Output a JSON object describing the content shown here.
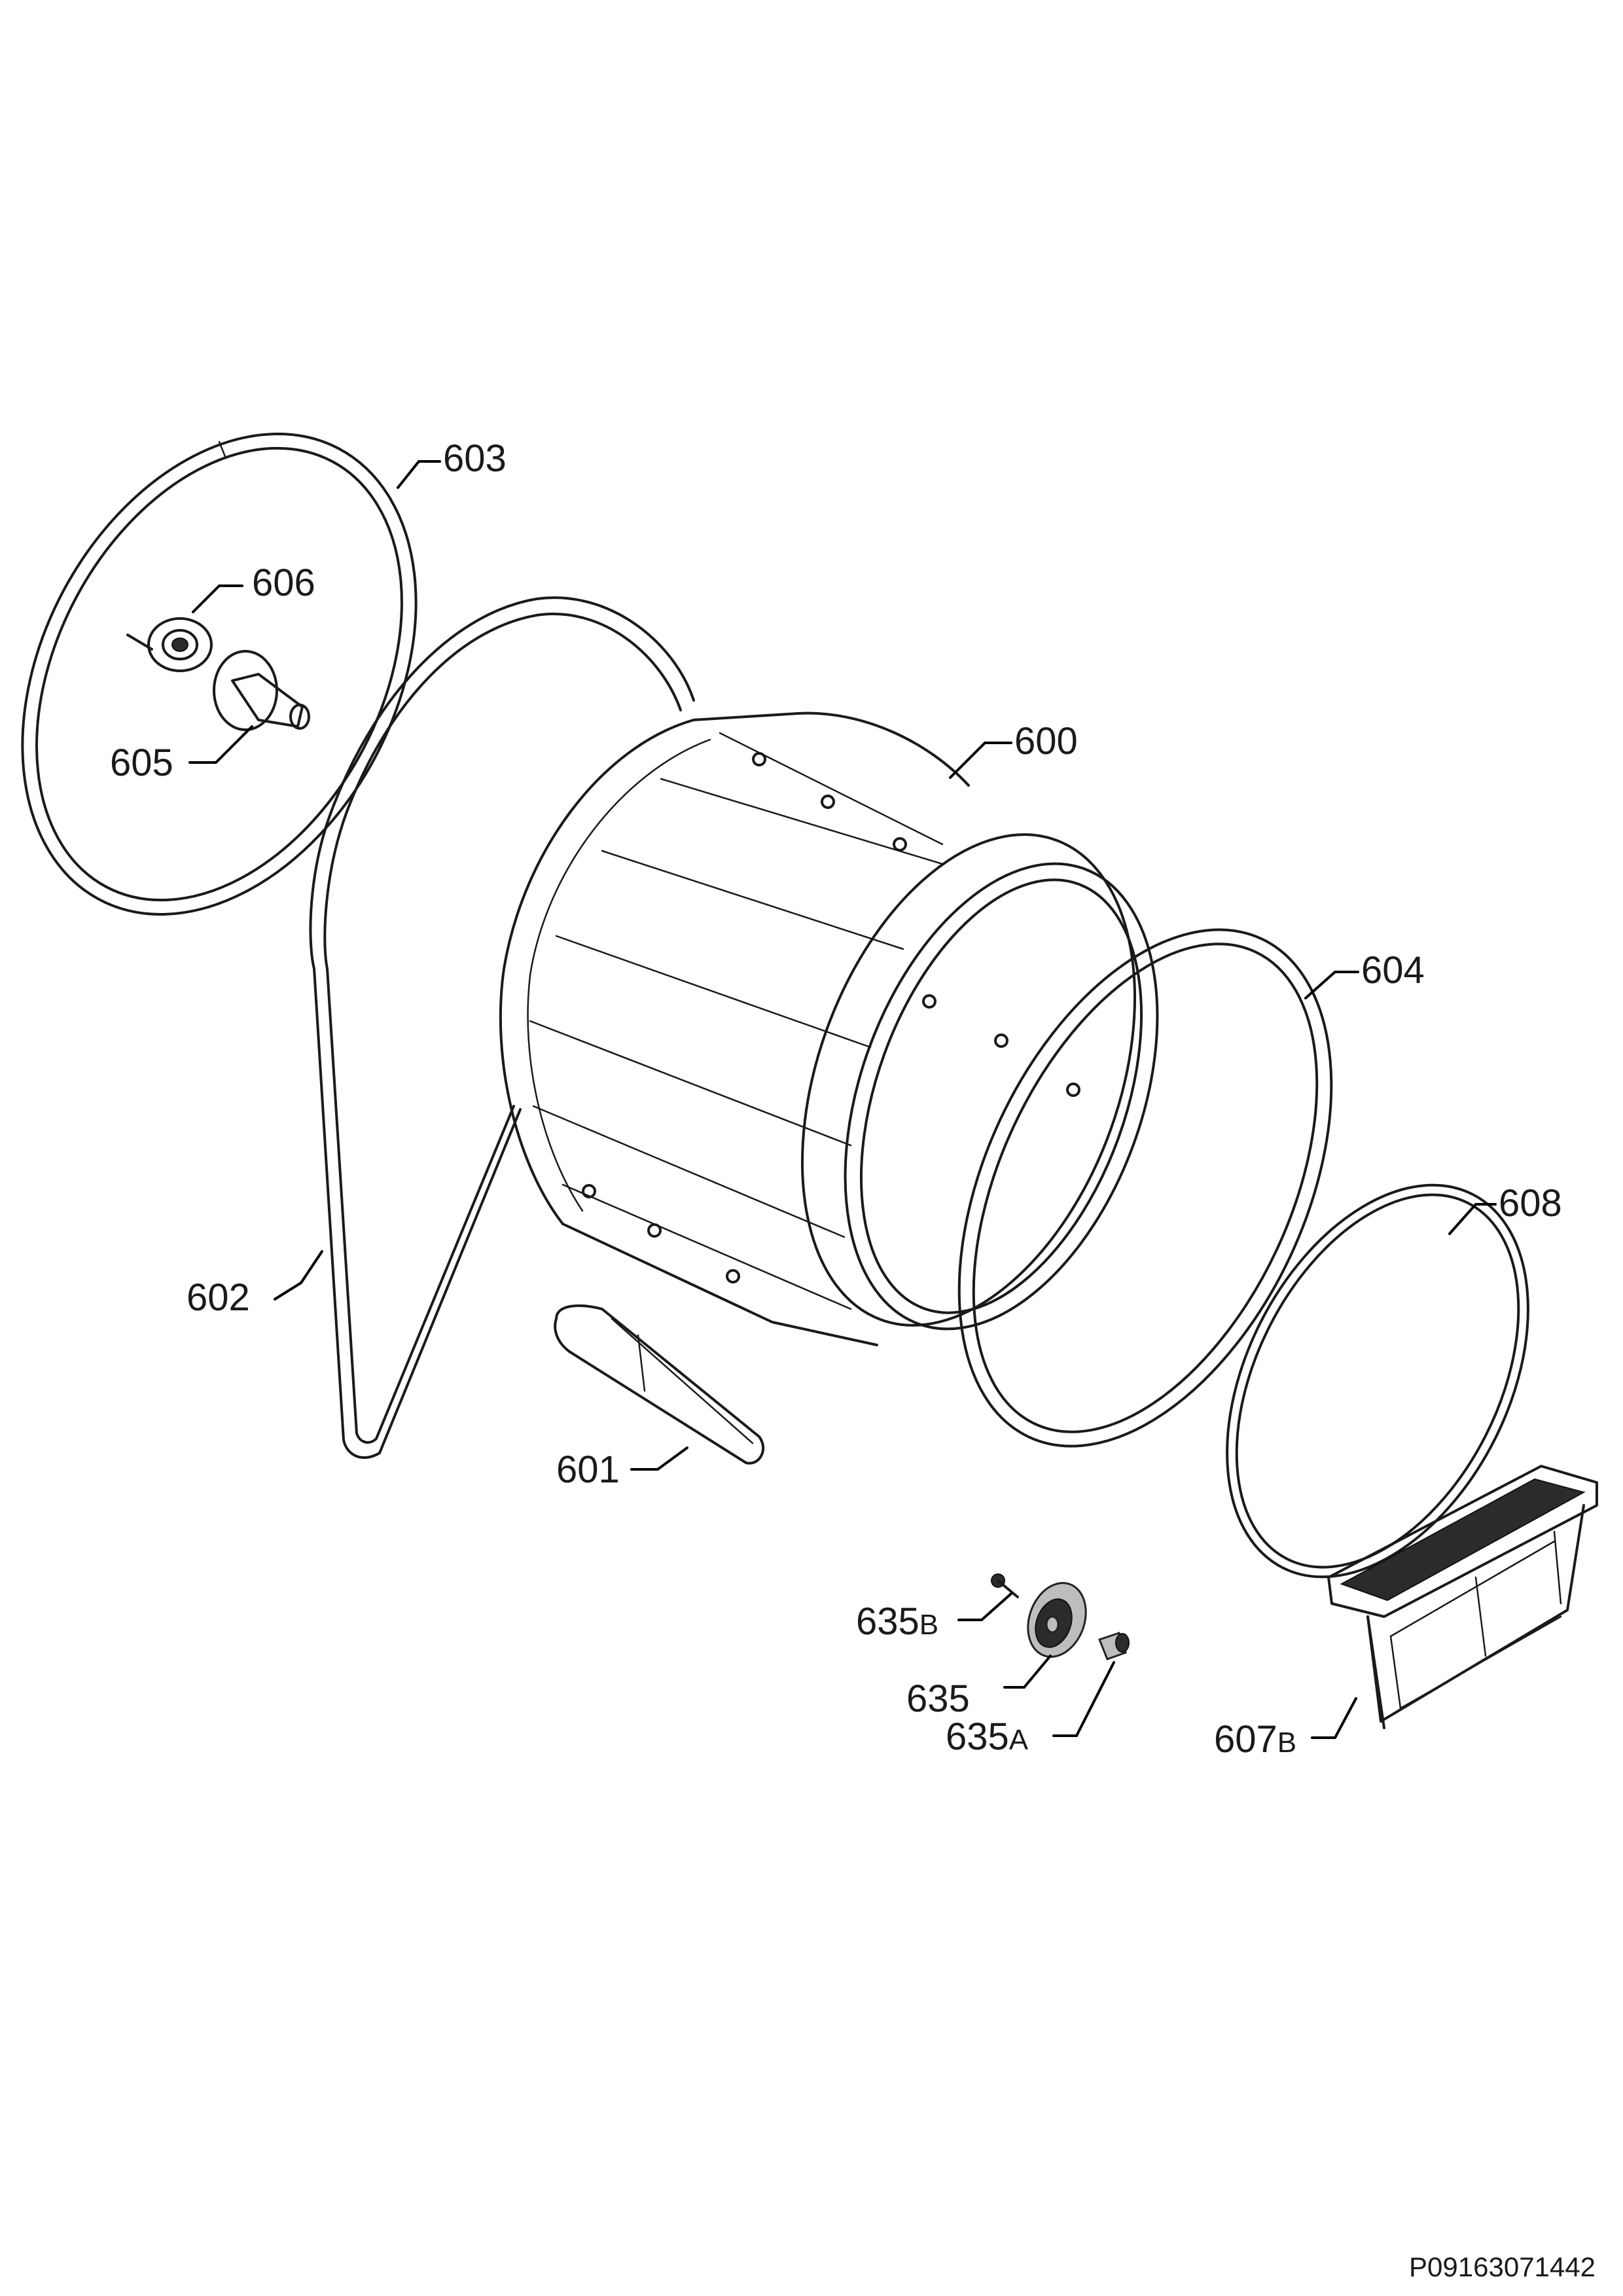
{
  "labels": {
    "p600": "600",
    "p601": "601",
    "p602": "602",
    "p603": "603",
    "p604": "604",
    "p605": "605",
    "p606": "606",
    "p607b_num": "607",
    "p607b_suffix": "B",
    "p608": "608",
    "p635": "635",
    "p635a_num": "635",
    "p635a_suffix": "A",
    "p635b_num": "635",
    "p635b_suffix": "B"
  },
  "document_code": "P09163071442"
}
